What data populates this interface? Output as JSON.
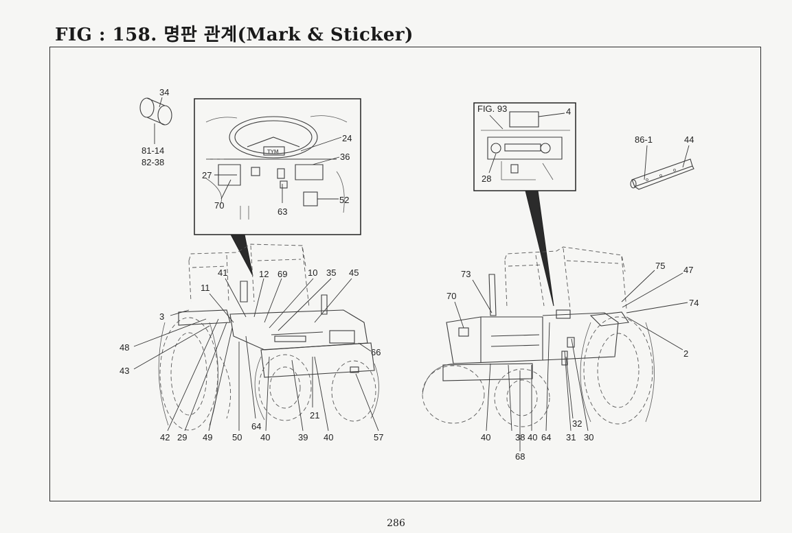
{
  "header": {
    "title": "FIG : 158. 명판 관계(Mark & Sticker)"
  },
  "page_number": "286",
  "left_figure": {
    "detail_labels": {
      "l34": "34",
      "l81_14": "81-14",
      "l82_38": "82-38"
    },
    "inset_labels": {
      "l24": "24",
      "l36": "36",
      "l27": "27",
      "l70": "70",
      "l63": "63",
      "l52": "52"
    },
    "callouts": {
      "l41": "41",
      "l12": "12",
      "l69": "69",
      "l10": "10",
      "l35": "35",
      "l45": "45",
      "l11": "11",
      "l3": "3",
      "l48": "48",
      "l43": "43",
      "l66": "66",
      "l21": "21",
      "l42": "42",
      "l29": "29",
      "l49": "49",
      "l50": "50",
      "l64": "64",
      "l40a": "40",
      "l39": "39",
      "l40b": "40",
      "l57": "57"
    }
  },
  "right_figure": {
    "inset_labels": {
      "fig93": "FIG. 93",
      "l4": "4",
      "l28": "28"
    },
    "detail_labels": {
      "l86_1": "86-1",
      "l44": "44"
    },
    "callouts": {
      "l73": "73",
      "l70": "70",
      "l75": "75",
      "l47": "47",
      "l74": "74",
      "l2": "2",
      "l32": "32",
      "l40a": "40",
      "l38": "38",
      "l40b": "40",
      "l64": "64",
      "l31": "31",
      "l30": "30",
      "l68": "68"
    }
  }
}
